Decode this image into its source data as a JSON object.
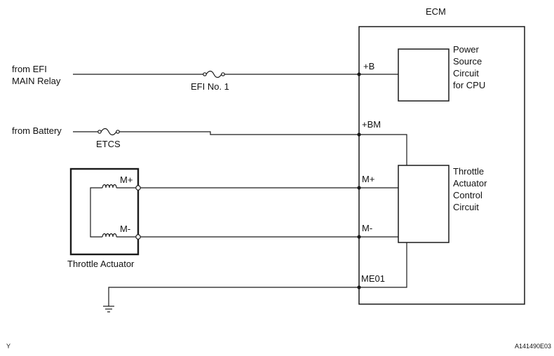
{
  "ecm": {
    "title": "ECM",
    "power_block": [
      "Power",
      "Source",
      "Circuit",
      "for CPU"
    ],
    "throttle_block": [
      "Throttle",
      "Actuator",
      "Control",
      "Circuit"
    ],
    "pins": {
      "b": "+B",
      "bm": "+BM",
      "mplus": "M+",
      "mminus": "M-",
      "me01": "ME01"
    }
  },
  "sources": {
    "efi_relay": [
      "from EFI",
      "MAIN Relay"
    ],
    "battery": "from Battery"
  },
  "fuses": {
    "efi": "EFI No. 1",
    "etcs": "ETCS"
  },
  "actuator": {
    "label": "Throttle Actuator",
    "pins": {
      "mplus": "M+",
      "mminus": "M-"
    }
  },
  "footer": {
    "left_code": "Y",
    "right_code": "A141490E03"
  }
}
